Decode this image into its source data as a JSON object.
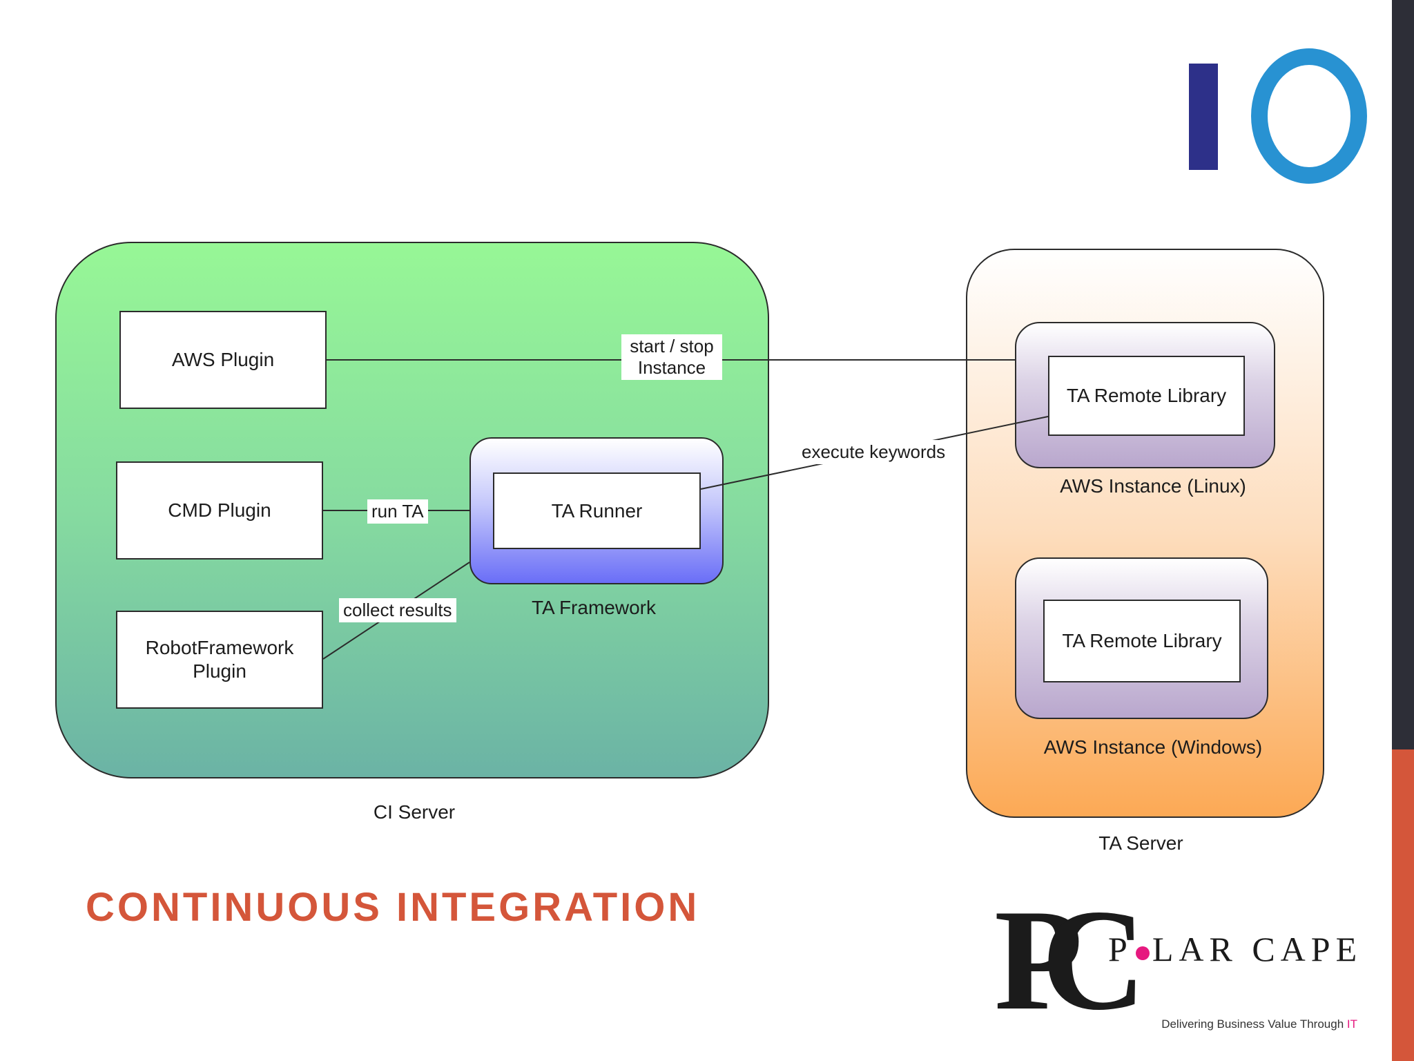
{
  "diagram": {
    "nodes": {
      "ci_server": "CI Server",
      "aws_plugin": "AWS Plugin",
      "cmd_plugin": "CMD Plugin",
      "robot_plugin": "RobotFramework Plugin",
      "ta_framework": "TA Framework",
      "ta_runner": "TA Runner",
      "ta_server": "TA Server",
      "aws_linux": "AWS Instance (Linux)",
      "aws_windows": "AWS Instance (Windows)",
      "remote_library_linux": "TA Remote Library",
      "remote_library_windows": "TA Remote Library"
    },
    "edges": {
      "start_stop": "start / stop Instance",
      "run_ta": "run TA",
      "collect_results": "collect results",
      "execute_keywords": "execute keywords"
    }
  },
  "slide": {
    "title": "CONTINUOUS INTEGRATION"
  },
  "logo": {
    "company_mark": "PC",
    "company_name_first": "P",
    "company_name_rest": "LAR CAPE",
    "tagline": "Delivering Business Value Through",
    "tagline_accent": "IT"
  },
  "colors": {
    "title": "#d4563a",
    "sidebar": "#2d2e37",
    "sidebar_accent": "#d4563a",
    "io_logo_bar": "#2d3089",
    "io_logo_ring": "#2892d2",
    "logo_dot": "#e6197f"
  }
}
